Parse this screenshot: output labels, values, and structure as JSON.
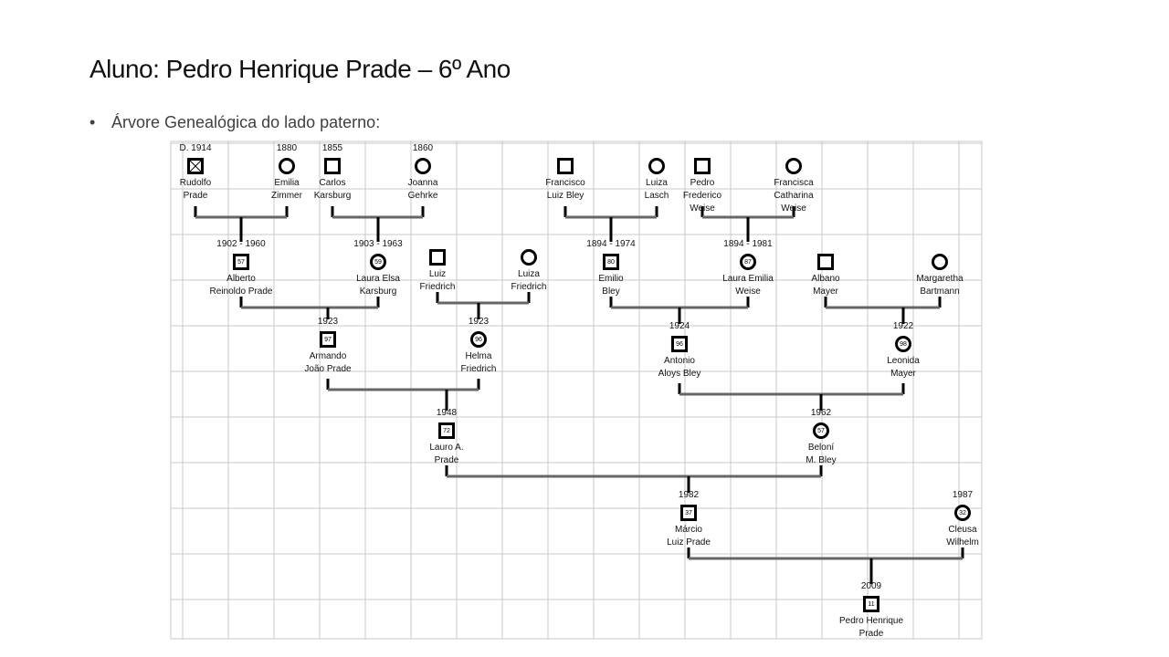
{
  "slide": {
    "title": "Aluno: Pedro Henrique Prade – 6º Ano",
    "bullet": "Árvore Genealógica do lado paterno:"
  },
  "legend_colors": {
    "line": "#000000",
    "couple_bar": "#666666",
    "grid": "#c8c8c8"
  },
  "people": [
    {
      "id": "rudolfo",
      "year": "D. 1914",
      "names": [
        "Rudolfo",
        "Prade"
      ],
      "sex": "m",
      "deceased": true,
      "age": ""
    },
    {
      "id": "emilia",
      "year": "1880",
      "names": [
        "Emilia",
        "Zimmer"
      ],
      "sex": "f",
      "age": ""
    },
    {
      "id": "carlos",
      "year": "1855",
      "names": [
        "Carlos",
        "Karsburg"
      ],
      "sex": "m",
      "age": ""
    },
    {
      "id": "joanna",
      "year": "1860",
      "names": [
        "Joanna",
        "Gehrke"
      ],
      "sex": "f",
      "age": ""
    },
    {
      "id": "francisco",
      "year": "",
      "names": [
        "Francisco",
        "Luiz Bley"
      ],
      "sex": "m",
      "age": ""
    },
    {
      "id": "luiza-lasch",
      "year": "",
      "names": [
        "Luiza",
        "Lasch"
      ],
      "sex": "f",
      "age": ""
    },
    {
      "id": "pedro-frederico",
      "year": "",
      "names": [
        "Pedro",
        "Frederico",
        "Weise"
      ],
      "sex": "m",
      "age": ""
    },
    {
      "id": "francisca",
      "year": "",
      "names": [
        "Francisca",
        "Catharina",
        "Weise"
      ],
      "sex": "f",
      "age": ""
    },
    {
      "id": "alberto",
      "year": "1902 - 1960",
      "names": [
        "Alberto",
        "Reinoldo Prade"
      ],
      "sex": "m",
      "age": "57"
    },
    {
      "id": "laura-elsa",
      "year": "1903 - 1963",
      "names": [
        "Laura Elsa",
        "Karsburg"
      ],
      "sex": "f",
      "age": "59"
    },
    {
      "id": "luiz-friedrich",
      "year": "",
      "names": [
        "Luiz",
        "Friedrich"
      ],
      "sex": "m",
      "age": ""
    },
    {
      "id": "luiza-friedrich",
      "year": "",
      "names": [
        "Luiza",
        "Friedrich"
      ],
      "sex": "f",
      "age": ""
    },
    {
      "id": "emilio",
      "year": "1894 - 1974",
      "names": [
        "Emilio",
        "Bley"
      ],
      "sex": "m",
      "age": "80"
    },
    {
      "id": "laura-emilia",
      "year": "1894 - 1981",
      "names": [
        "Laura Emilia",
        "Weise"
      ],
      "sex": "f",
      "age": "87"
    },
    {
      "id": "albano",
      "year": "",
      "names": [
        "Albano",
        "Mayer"
      ],
      "sex": "m",
      "age": ""
    },
    {
      "id": "margaretha",
      "year": "",
      "names": [
        "Margaretha",
        "Bartmann"
      ],
      "sex": "f",
      "age": ""
    },
    {
      "id": "armando",
      "year": "1923",
      "names": [
        "Armando",
        "João Prade"
      ],
      "sex": "m",
      "age": "97"
    },
    {
      "id": "helma",
      "year": "1923",
      "names": [
        "Helma",
        "Friedrich"
      ],
      "sex": "f",
      "age": "96"
    },
    {
      "id": "antonio",
      "year": "1924",
      "names": [
        "Antonio",
        "Aloys Bley"
      ],
      "sex": "m",
      "age": "96"
    },
    {
      "id": "leonida",
      "year": "1922",
      "names": [
        "Leonida",
        "Mayer"
      ],
      "sex": "f",
      "age": "98"
    },
    {
      "id": "lauro",
      "year": "1948",
      "names": [
        "Lauro A.",
        "Prade"
      ],
      "sex": "m",
      "age": "72"
    },
    {
      "id": "beloni",
      "year": "1962",
      "names": [
        "Beloní",
        "M. Bley"
      ],
      "sex": "f",
      "age": "57"
    },
    {
      "id": "marcio",
      "year": "1982",
      "names": [
        "Márcio",
        "Luiz Prade"
      ],
      "sex": "m",
      "age": "37"
    },
    {
      "id": "cleusa",
      "year": "1987",
      "names": [
        "Cleusa",
        "Wilhelm"
      ],
      "sex": "f",
      "age": "32"
    },
    {
      "id": "pedro-henrique",
      "year": "2009",
      "names": [
        "Pedro Henrique",
        "Prade"
      ],
      "sex": "m",
      "age": "11"
    }
  ],
  "couples": [
    {
      "a": "rudolfo",
      "b": "emilia",
      "child": "alberto"
    },
    {
      "a": "carlos",
      "b": "joanna",
      "child": "laura-elsa"
    },
    {
      "a": "francisco",
      "b": "luiza-lasch",
      "child": "emilio"
    },
    {
      "a": "pedro-frederico",
      "b": "francisca",
      "child": "laura-emilia"
    },
    {
      "a": "alberto",
      "b": "laura-elsa",
      "child": "armando"
    },
    {
      "a": "luiz-friedrich",
      "b": "luiza-friedrich",
      "child": "helma"
    },
    {
      "a": "emilio",
      "b": "laura-emilia",
      "child": "antonio"
    },
    {
      "a": "albano",
      "b": "margaretha",
      "child": "leonida"
    },
    {
      "a": "armando",
      "b": "helma",
      "child": "lauro"
    },
    {
      "a": "antonio",
      "b": "leonida",
      "child": "beloni"
    },
    {
      "a": "lauro",
      "b": "beloni",
      "child": "marcio"
    },
    {
      "a": "marcio",
      "b": "cleusa",
      "child": "pedro-henrique"
    }
  ]
}
